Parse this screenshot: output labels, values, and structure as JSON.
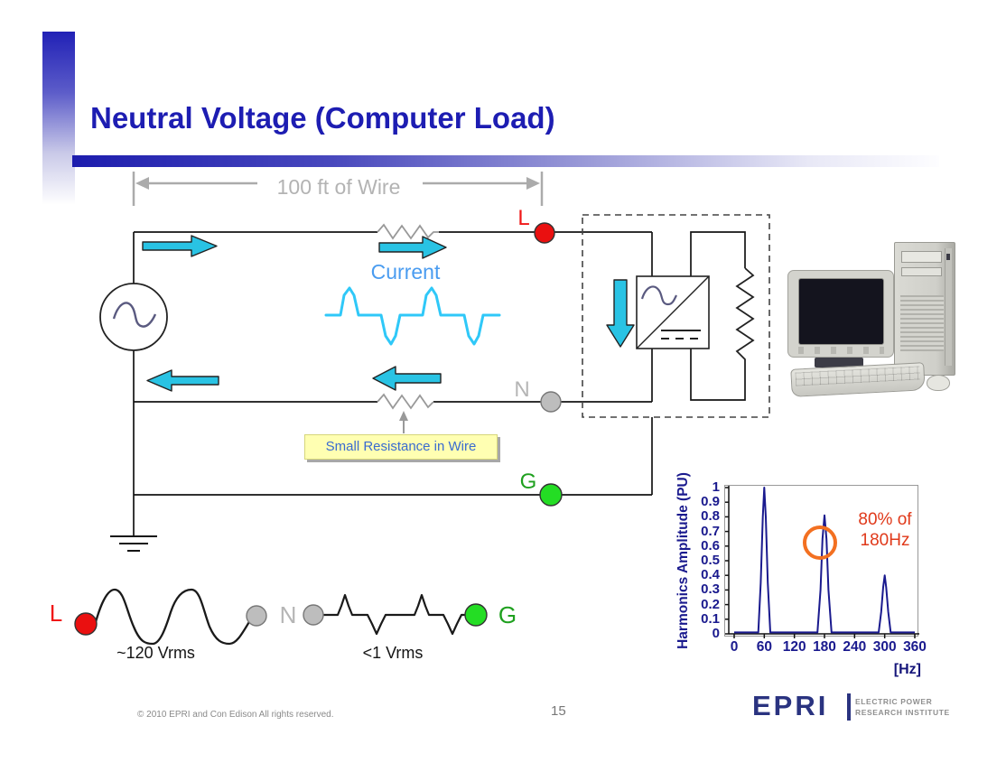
{
  "slide": {
    "title": "Neutral Voltage (Computer Load)",
    "footer_copyright": "© 2010 EPRI and Con Edison All rights reserved.",
    "page_number": "15"
  },
  "circuit": {
    "wire_length_label": "100 ft of Wire",
    "current_label": "Current",
    "resistance_callout": "Small Resistance in Wire",
    "terminal_l": "L",
    "terminal_n": "N",
    "terminal_g": "G"
  },
  "waveforms": {
    "l_label": "L",
    "n_label": "N",
    "g_label": "G",
    "ln_rms": "~120 Vrms",
    "ng_rms": "<1 Vrms"
  },
  "chart_data": {
    "type": "line",
    "title": "",
    "ylabel": "Harmonics Amplitude (PU)",
    "xlabel": "[Hz]",
    "xlim": [
      0,
      360
    ],
    "ylim": [
      0,
      1
    ],
    "xticks": [
      0,
      60,
      120,
      180,
      240,
      300,
      360
    ],
    "yticks": [
      "0",
      "0.1",
      "0.2",
      "0.3",
      "0.4",
      "0.5",
      "0.6",
      "0.7",
      "0.8",
      "0.9",
      "1"
    ],
    "grid": false,
    "series": [
      {
        "name": "harmonics",
        "color": "#1a1a8e",
        "points": [
          [
            0,
            0.01
          ],
          [
            48,
            0.01
          ],
          [
            53,
            0.35
          ],
          [
            57,
            0.8
          ],
          [
            60,
            1.0
          ],
          [
            63,
            0.8
          ],
          [
            67,
            0.35
          ],
          [
            72,
            0.01
          ],
          [
            166,
            0.01
          ],
          [
            172,
            0.3
          ],
          [
            176,
            0.65
          ],
          [
            180,
            0.81
          ],
          [
            184,
            0.65
          ],
          [
            188,
            0.3
          ],
          [
            194,
            0.01
          ],
          [
            288,
            0.01
          ],
          [
            293,
            0.15
          ],
          [
            297,
            0.32
          ],
          [
            300,
            0.4
          ],
          [
            303,
            0.32
          ],
          [
            307,
            0.15
          ],
          [
            312,
            0.01
          ],
          [
            360,
            0.01
          ]
        ]
      }
    ],
    "peaks": [
      {
        "hz": 60,
        "pu": 1.0
      },
      {
        "hz": 180,
        "pu": 0.81
      },
      {
        "hz": 300,
        "pu": 0.4
      }
    ],
    "annotation": {
      "line1": "80% of",
      "line2": "180Hz",
      "text_color": "#e0391a",
      "circle_color": "#f37021",
      "circle_center_hz": 172,
      "circle_center_pu": 0.62
    }
  },
  "logo": {
    "wordmark": "EPRI",
    "tagline_line1": "ELECTRIC POWER",
    "tagline_line2": "RESEARCH INSTITUTE"
  },
  "colors": {
    "title": "#1d1db2",
    "arrow_fill": "#29c3e4",
    "current_wave": "#2fc8f8",
    "terminal_l": "#f01818",
    "terminal_n": "#b5b5b5",
    "terminal_g": "#1fa01f",
    "callout_bg": "#ffffb2",
    "callout_text": "#3a6bd0",
    "chart_line": "#1a1a8e",
    "dimension_gray": "#ababab"
  }
}
